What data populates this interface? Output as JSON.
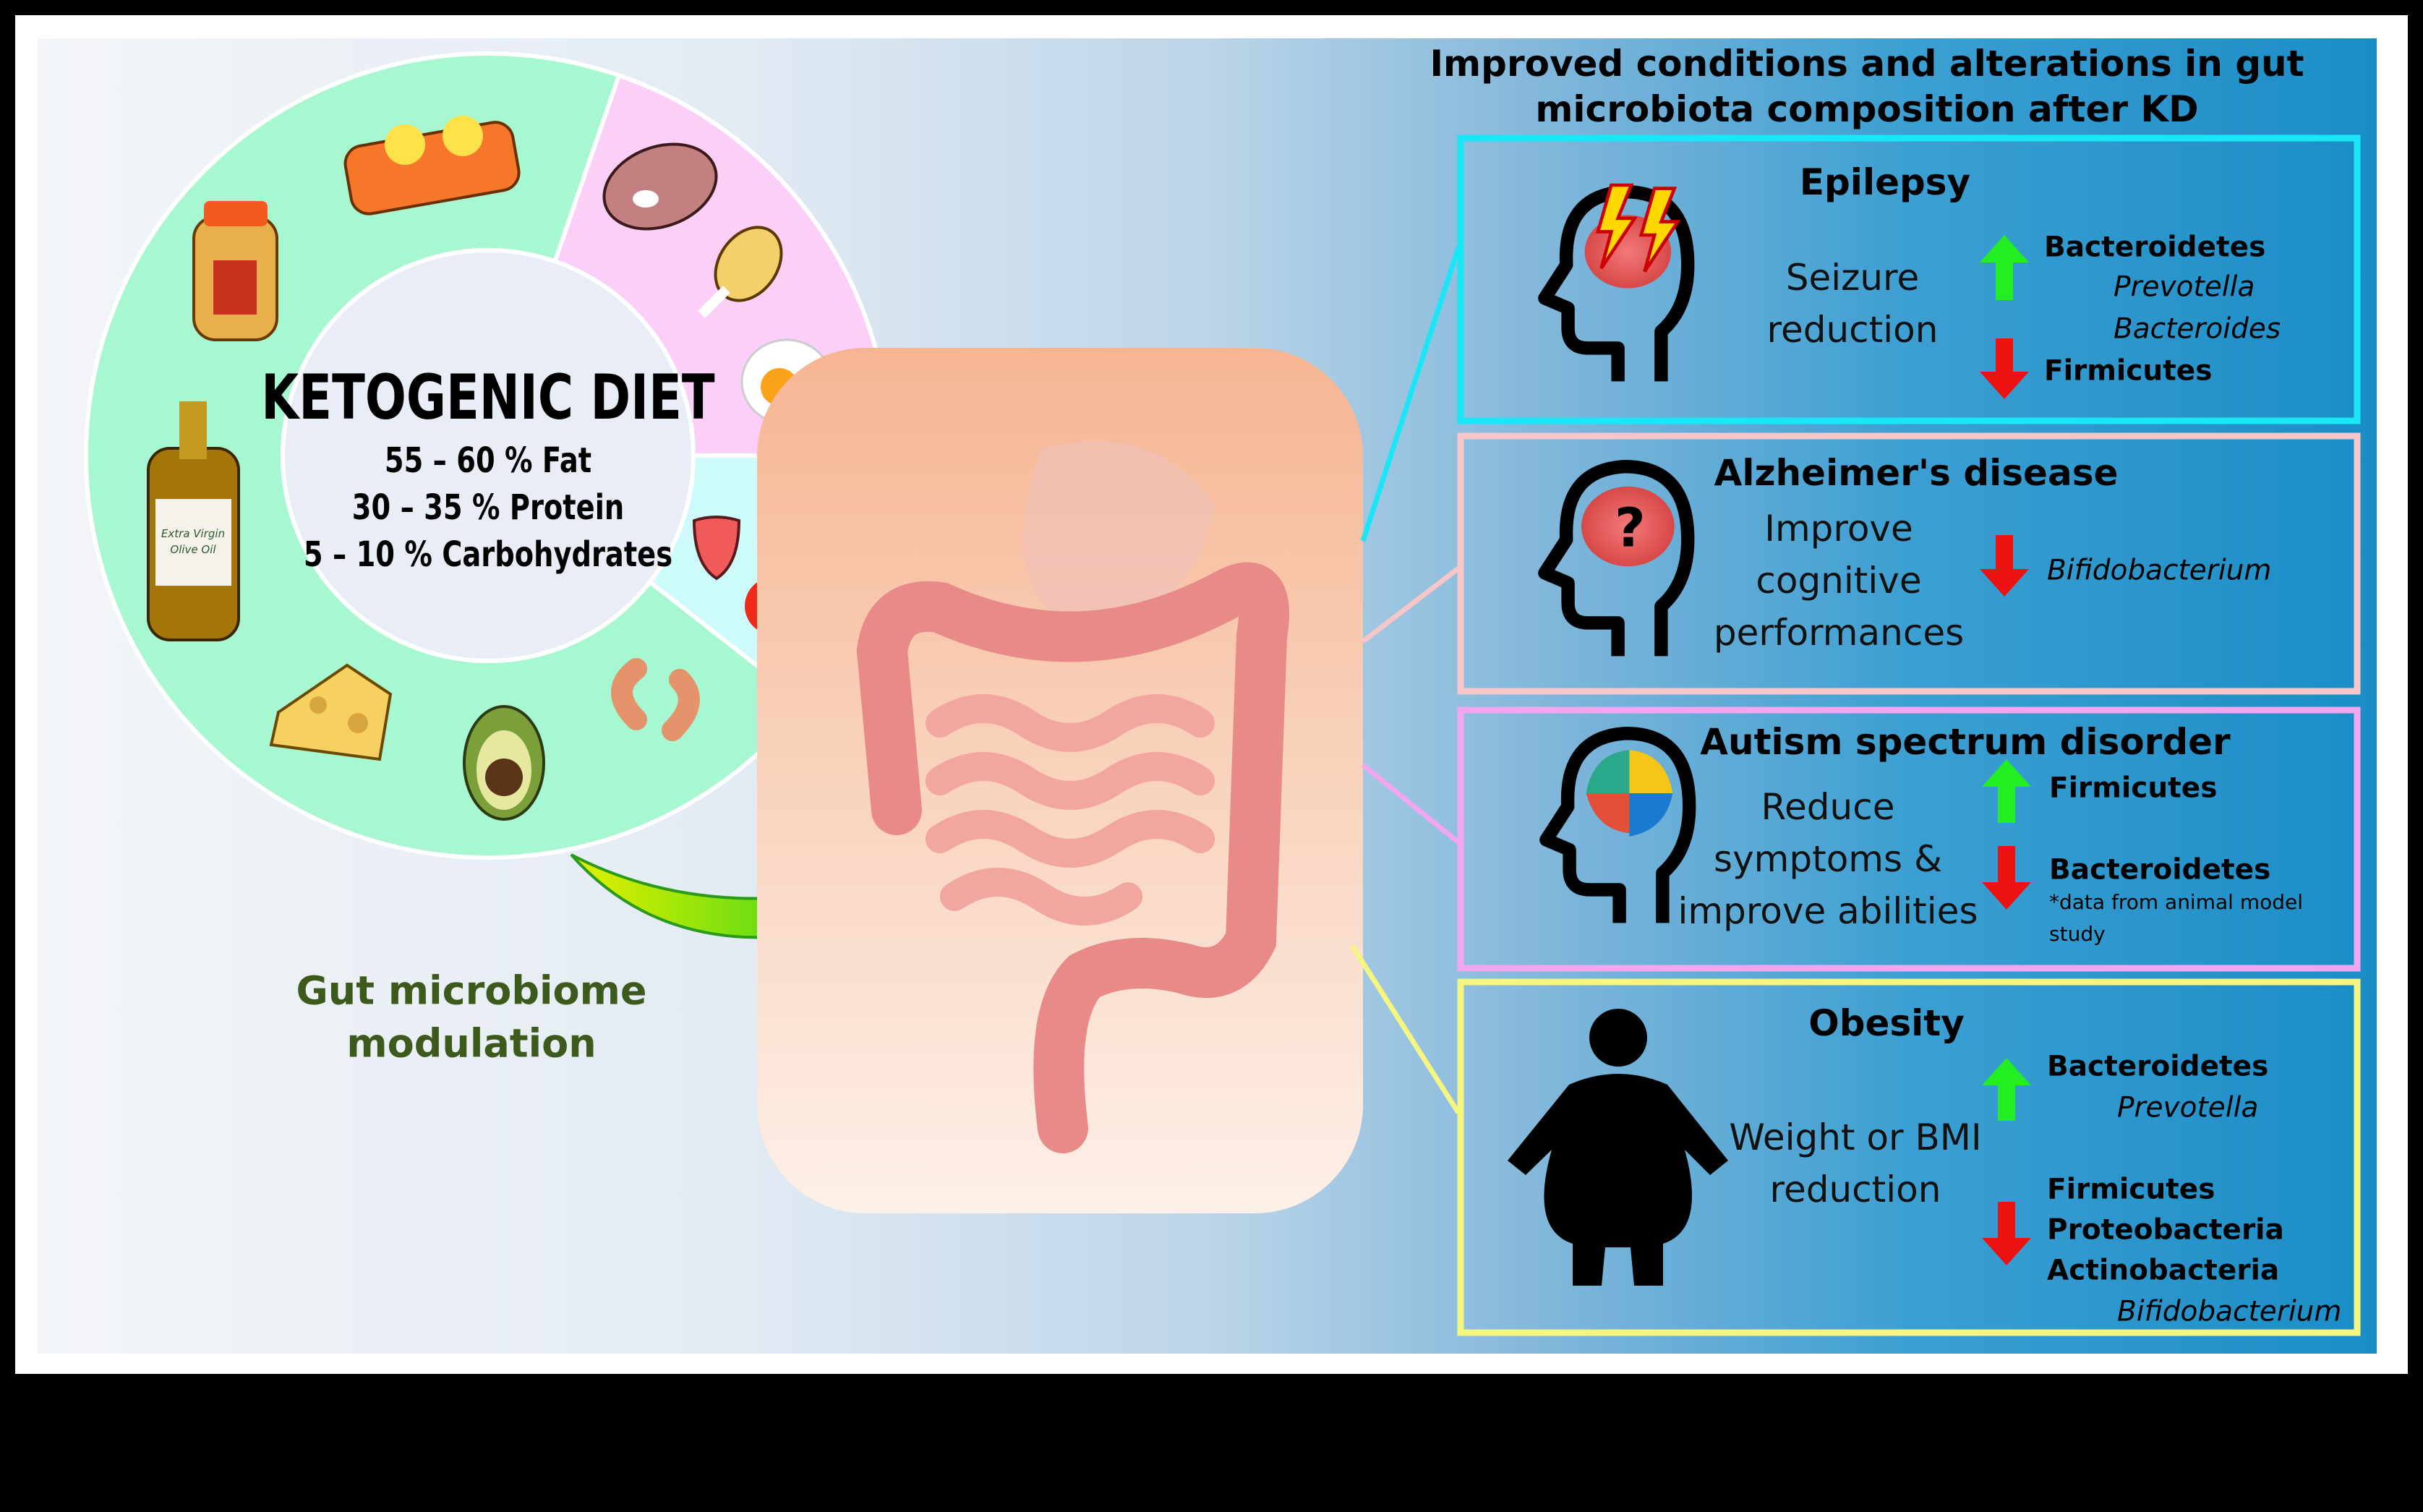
{
  "diet": {
    "title": "KETOGENIC DIET",
    "macros": [
      "55 – 60 % Fat",
      "30 – 35 % Protein",
      "5 – 10 % Carbohydrates"
    ],
    "segment_colors": {
      "fat": "#a6f7d2",
      "protein": "#fbcff7",
      "carbohydrates": "#cdfbfb"
    },
    "oil_label": [
      "Extra Virgin",
      "Olive Oil"
    ]
  },
  "modulation_label": [
    "Gut microbiome",
    "modulation"
  ],
  "heading": [
    "Improved conditions and alterations in gut",
    "microbiota composition after KD"
  ],
  "conditions": [
    {
      "title": "Epilepsy",
      "effect": [
        "Seizure",
        "reduction"
      ],
      "border": "#19e6f7",
      "up": [
        {
          "name": "Bacteroidetes",
          "style": "bold"
        },
        {
          "name": "Prevotella",
          "style": "italic"
        },
        {
          "name": "Bacteroides",
          "style": "italic"
        }
      ],
      "down": [
        {
          "name": "Firmicutes",
          "style": "bold"
        }
      ]
    },
    {
      "title": "Alzheimer's disease",
      "effect": [
        "Improve",
        "cognitive",
        "performances"
      ],
      "border": "#f6c6c9",
      "down": [
        {
          "name": "Bifidobacterium",
          "style": "italic"
        }
      ]
    },
    {
      "title": "Autism spectrum disorder",
      "effect": [
        "Reduce",
        "symptoms &",
        "improve abilities"
      ],
      "border": "#f3a6f0",
      "up": [
        {
          "name": "Firmicutes",
          "style": "bold"
        }
      ],
      "down": [
        {
          "name": "Bacteroidetes",
          "style": "bold"
        }
      ],
      "note": [
        "*data from animal model",
        "study"
      ]
    },
    {
      "title": "Obesity",
      "effect": [
        "Weight or BMI",
        "reduction"
      ],
      "border": "#f5f580",
      "up": [
        {
          "name": "Bacteroidetes",
          "style": "bold"
        },
        {
          "name": "Prevotella",
          "style": "italic"
        }
      ],
      "down": [
        {
          "name": "Firmicutes",
          "style": "bold"
        },
        {
          "name": "Proteobacteria",
          "style": "bold"
        },
        {
          "name": "Actinobacteria",
          "style": "bold"
        },
        {
          "name": "Bifidobacterium",
          "style": "italic"
        }
      ]
    }
  ],
  "colors": {
    "up_arrow": "#22ee22",
    "down_arrow": "#ee1111",
    "modulation_text": "#3d5a1c"
  }
}
